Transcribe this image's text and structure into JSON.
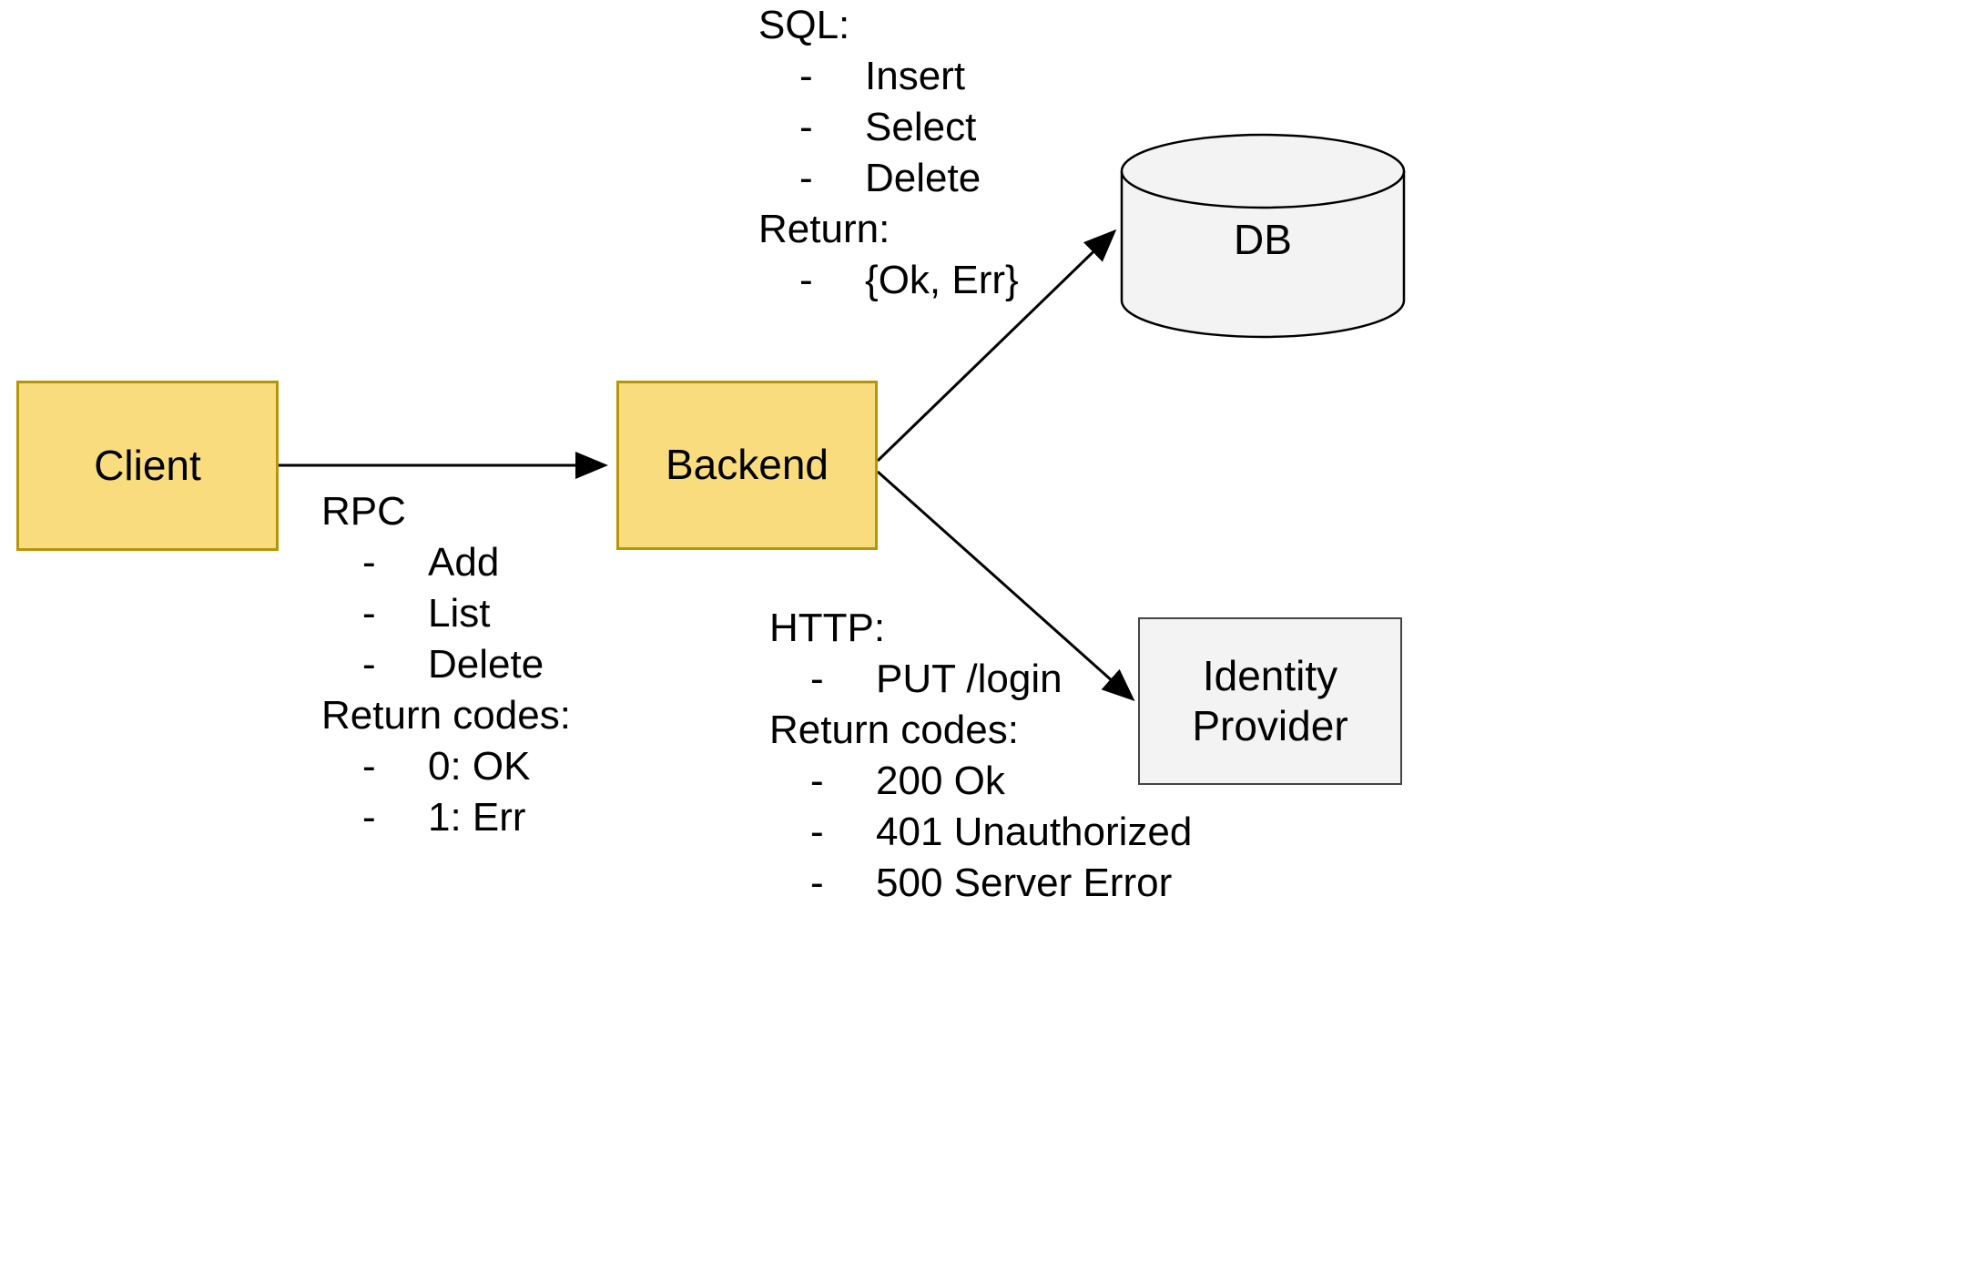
{
  "colors": {
    "node_fill": "#F9DC7D",
    "node_border": "#B7950B",
    "gray_fill": "#F3F3F3",
    "gray_border": "#444444",
    "line_color": "#000000"
  },
  "nodes": {
    "client": {
      "label": "Client"
    },
    "backend": {
      "label": "Backend"
    },
    "db": {
      "label": "DB"
    },
    "identity": {
      "label": "Identity Provider"
    }
  },
  "annotations": {
    "sql": {
      "title": "SQL:",
      "bullet": "-",
      "items": [
        "Insert",
        "Select",
        "Delete"
      ],
      "return_title": "Return:",
      "return_items": [
        "{Ok, Err}"
      ]
    },
    "rpc": {
      "title": "RPC",
      "bullet": "-",
      "items": [
        "Add",
        "List",
        "Delete"
      ],
      "return_title": "Return codes:",
      "return_items": [
        "0: OK",
        "1: Err"
      ]
    },
    "http": {
      "title": "HTTP:",
      "bullet": "-",
      "items": [
        "PUT /login"
      ],
      "return_title": "Return codes:",
      "return_items": [
        "200 Ok",
        "401 Unauthorized",
        "500 Server Error"
      ]
    }
  }
}
